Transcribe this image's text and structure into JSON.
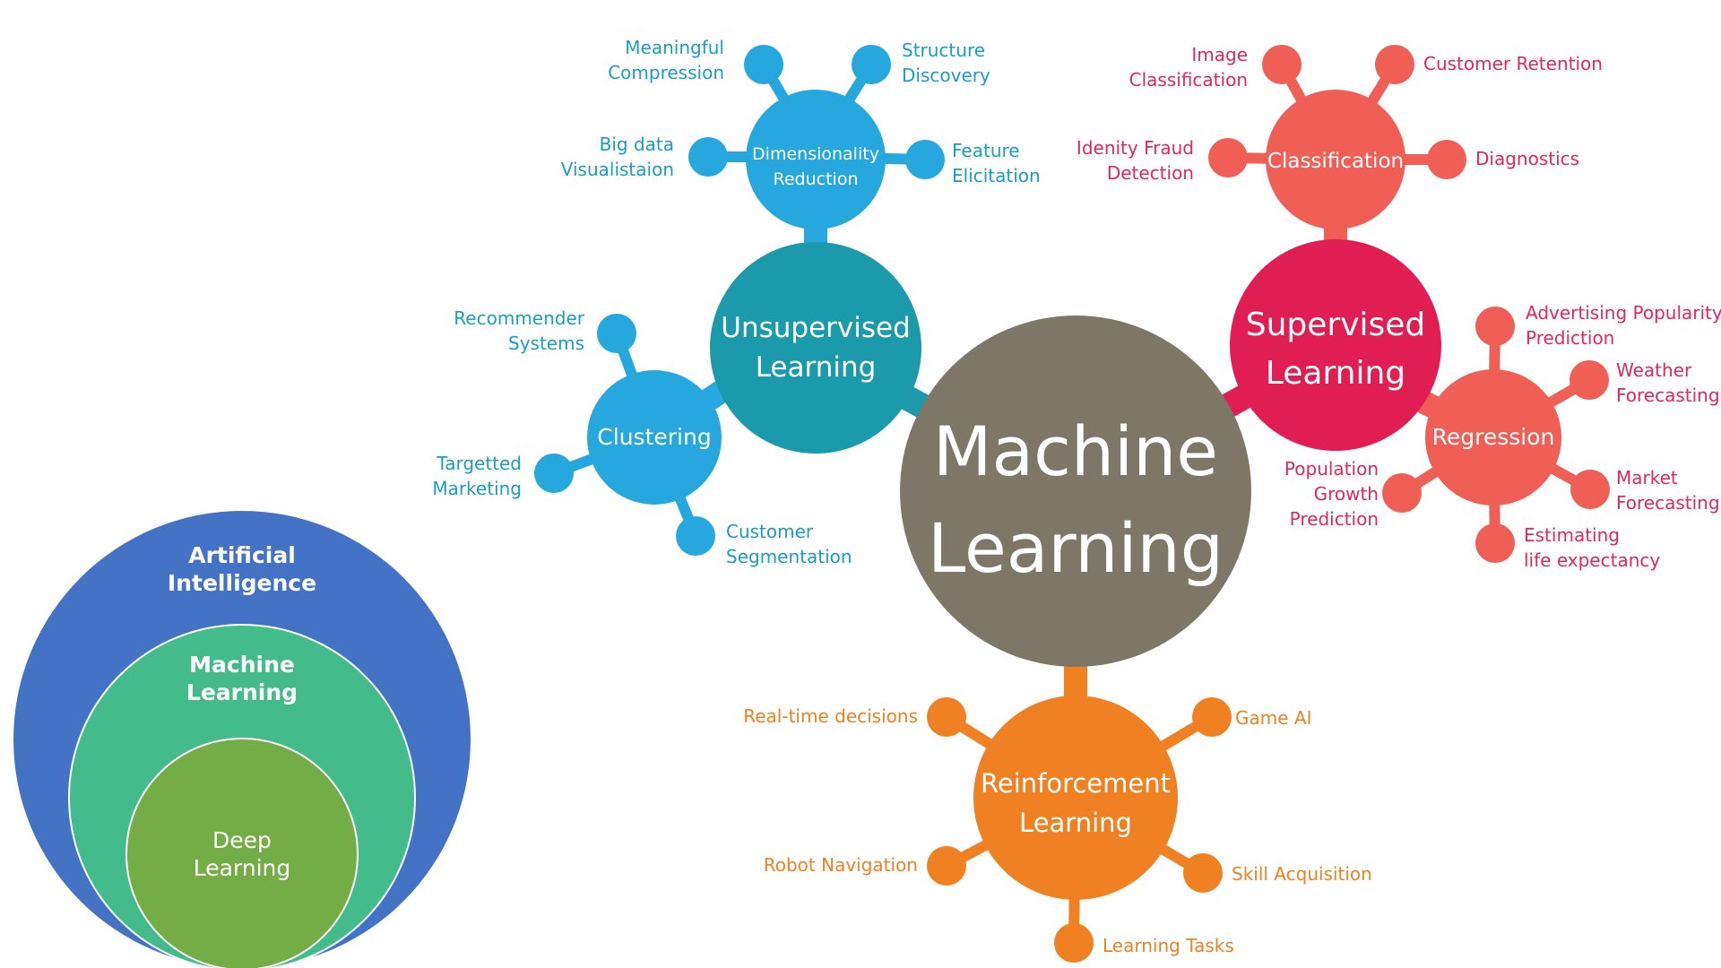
{
  "colors": {
    "center": "#7d7767",
    "unsupervised": "#1a9aaa",
    "dimensionality": "#26a8df",
    "clustering": "#26a8df",
    "unsupervised_text": "#1b9cc4",
    "supervised": "#e01e54",
    "classification": "#ef5f56",
    "regression": "#ef5f56",
    "supervised_text": "#e3265d",
    "reinforcement": "#ef8122",
    "reinforcement_text": "#ef8122",
    "venn_outer": "#4472c4",
    "venn_middle": "#43bb8a",
    "venn_inner": "#74ad46"
  },
  "center": {
    "line1": "Machine",
    "line2": "Learning"
  },
  "unsupervised": {
    "hub": {
      "line1": "Unsupervised",
      "line2": "Learning"
    },
    "dimensionality": {
      "hub": {
        "line1": "Dimensionality",
        "line2": "Reduction"
      },
      "leaves": {
        "meaningful": {
          "line1": "Meaningful",
          "line2": "Compression"
        },
        "structure": {
          "line1": "Structure",
          "line2": "Discovery"
        },
        "bigdata": {
          "line1": "Big data",
          "line2": "Visualistaion"
        },
        "feature": {
          "line1": "Feature",
          "line2": "Elicitation"
        }
      }
    },
    "clustering": {
      "hub": "Clustering",
      "leaves": {
        "recommender": {
          "line1": "Recommender",
          "line2": "Systems"
        },
        "targetted": {
          "line1": "Targetted",
          "line2": "Marketing"
        },
        "customer": {
          "line1": "Customer",
          "line2": "Segmentation"
        }
      }
    }
  },
  "supervised": {
    "hub": {
      "line1": "Supervised",
      "line2": "Learning"
    },
    "classification": {
      "hub": "Classification",
      "leaves": {
        "image": {
          "line1": "Image",
          "line2": "Classification"
        },
        "retention": "Customer Retention",
        "fraud": {
          "line1": "Idenity Fraud",
          "line2": "Detection"
        },
        "diagnostics": "Diagnostics"
      }
    },
    "regression": {
      "hub": "Regression",
      "leaves": {
        "advertising": {
          "line1": "Advertising Popularity",
          "line2": "Prediction"
        },
        "weather": {
          "line1": "Weather",
          "line2": "Forecasting"
        },
        "population": {
          "line1": "Population",
          "line2": "Growth",
          "line3": "Prediction"
        },
        "market": {
          "line1": "Market",
          "line2": "Forecasting"
        },
        "life": {
          "line1": "Estimating",
          "line2": "life expectancy"
        }
      }
    }
  },
  "reinforcement": {
    "hub": {
      "line1": "Reinforcement",
      "line2": "Learning"
    },
    "leaves": {
      "realtime": "Real-time decisions",
      "gameai": "Game AI",
      "robot": "Robot Navigation",
      "skill": "Skill Acquisition",
      "tasks": "Learning Tasks"
    }
  },
  "venn": {
    "outer": {
      "line1": "Artificial",
      "line2": "Intelligence"
    },
    "middle": {
      "line1": "Machine",
      "line2": "Learning"
    },
    "inner": {
      "line1": "Deep",
      "line2": "Learning"
    }
  }
}
